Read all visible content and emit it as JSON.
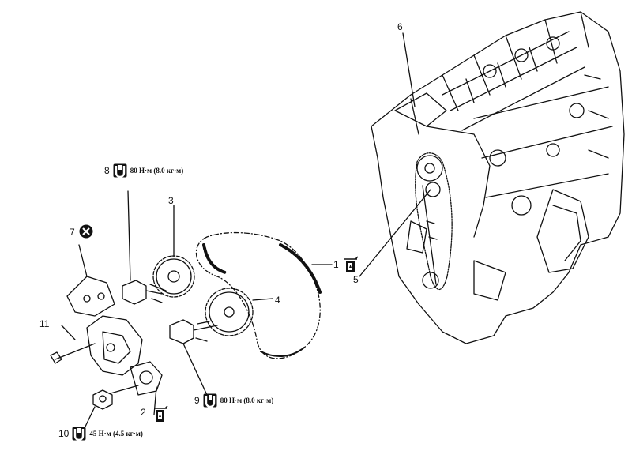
{
  "callouts": {
    "n1": "1",
    "n2": "2",
    "n3": "3",
    "n4": "4",
    "n5": "5",
    "n6": "6",
    "n7": "7",
    "n8": "8",
    "n9": "9",
    "n10": "10",
    "n11": "11"
  },
  "torque_specs": {
    "item8": "80 Н·м (8.0 кг·м)",
    "item9": "80 Н·м (8.0 кг·м)",
    "item10": "45 Н·м (4.5 кг·м)"
  },
  "symbols": {
    "torque": "torque-wrench-icon",
    "oil": "engine-oil-icon",
    "replace": "do-not-reuse-icon"
  },
  "colors": {
    "line": "#111111",
    "background": "#ffffff"
  }
}
